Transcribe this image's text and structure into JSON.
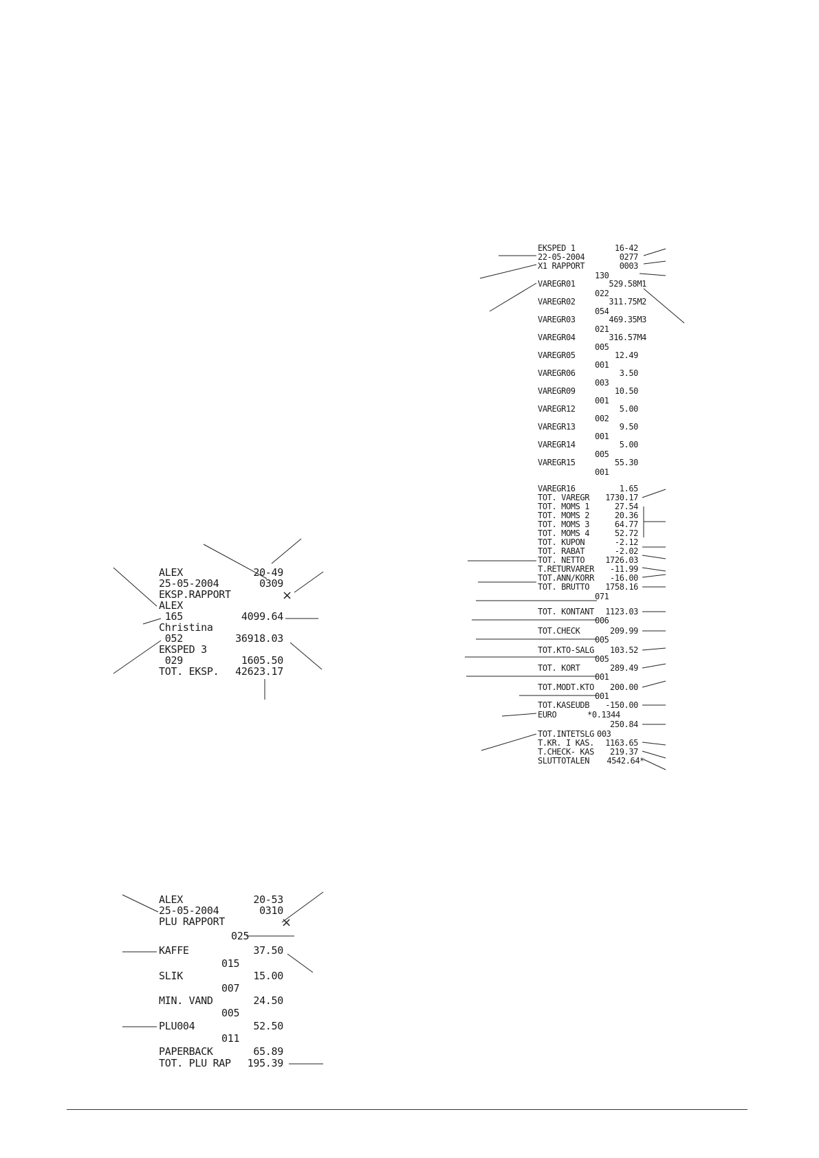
{
  "x1_report": {
    "header": [
      "EKSPED 1",
      "22-05-2004",
      "X1 RAPPORT"
    ],
    "header_right": [
      "16-42",
      "0277",
      "0003"
    ],
    "groups": [
      {
        "count": "130",
        "label": "VAREGR01",
        "value": "529.58M1"
      },
      {
        "count": "022",
        "label": "VAREGR02",
        "value": "311.75M2"
      },
      {
        "count": "054",
        "label": "VAREGR03",
        "value": "469.35M3"
      },
      {
        "count": "021",
        "label": "VAREGR04",
        "value": "316.57M4"
      },
      {
        "count": "005",
        "label": "VAREGR05",
        "value": "12.49"
      },
      {
        "count": "001",
        "label": "VAREGR06",
        "value": "3.50"
      },
      {
        "count": "003",
        "label": "VAREGR09",
        "value": "10.50"
      },
      {
        "count": "001",
        "label": "VAREGR12",
        "value": "5.00"
      },
      {
        "count": "002",
        "label": "VAREGR13",
        "value": "9.50"
      },
      {
        "count": "001",
        "label": "VAREGR14",
        "value": "5.00"
      },
      {
        "count": "005",
        "label": "VAREGR15",
        "value": "55.30"
      },
      {
        "count": "001",
        "label": "VAREGR16",
        "value": "1.65"
      }
    ],
    "totals": [
      {
        "label": "TOT. VAREGR",
        "value": "1730.17"
      },
      {
        "label": "TOT. MOMS 1",
        "value": "27.54"
      },
      {
        "label": "TOT. MOMS 2",
        "value": "20.36"
      },
      {
        "label": "TOT. MOMS 3",
        "value": "64.77"
      },
      {
        "label": "TOT. MOMS 4",
        "value": "52.72"
      },
      {
        "label": "TOT. KUPON",
        "value": "-2.12"
      },
      {
        "label": "TOT. RABAT",
        "value": "-2.02"
      },
      {
        "label": "TOT. NETTO",
        "value": "1726.03"
      },
      {
        "label": "T.RETURVARER",
        "value": "-11.99"
      },
      {
        "label": "TOT.ANN/KORR",
        "value": "-16.00"
      },
      {
        "label": "TOT. BRUTTO",
        "value": "1758.16"
      }
    ],
    "payments": [
      {
        "count": "071",
        "label": "TOT. KONTANT",
        "value": "1123.03"
      },
      {
        "count": "006",
        "label": "TOT.CHECK",
        "value": "209.99"
      },
      {
        "count": "005",
        "label": "TOT.KTO-SALG",
        "value": "103.52"
      },
      {
        "count": "005",
        "label": "TOT. KORT",
        "value": "289.49"
      },
      {
        "count": "001",
        "label": "TOT.MODT.KTO",
        "value": "200.00"
      },
      {
        "count": "001",
        "label": "TOT.KASEUDB",
        "value": "-150.00"
      }
    ],
    "euro_label": "EURO",
    "euro_rate": "*0.1344",
    "euro_value": "250.84",
    "intetsalg_label": "TOT.INTETSLG",
    "intetsalg_count": "003",
    "final": [
      {
        "label": "T.KR. I KAS.",
        "value": "1163.65"
      },
      {
        "label": "T.CHECK- KAS",
        "value": "219.37"
      },
      {
        "label": "SLUTTOTALEN",
        "value": "4542.64*"
      }
    ]
  },
  "eksp_report": {
    "left": [
      "ALEX",
      "25-05-2004",
      "EKSP.RAPPORT",
      "ALEX",
      " 165",
      "Christina",
      " 052",
      "EKSPED 3",
      " 029",
      "TOT. EKSP."
    ],
    "right": [
      {
        "row": 0,
        "value": "20-49"
      },
      {
        "row": 1,
        "value": "0309"
      },
      {
        "row": 4,
        "value": "4099.64"
      },
      {
        "row": 6,
        "value": "36918.03"
      },
      {
        "row": 8,
        "value": "1605.50"
      },
      {
        "row": 9,
        "value": "42623.17"
      }
    ],
    "mark": "×"
  },
  "plu_report": {
    "header": [
      "ALEX",
      "25-05-2004",
      "PLU RAPPORT"
    ],
    "header_right": [
      "20-53",
      "0310"
    ],
    "mark": "×",
    "items": [
      {
        "count": "025",
        "label": "KAFFE",
        "value": "37.50"
      },
      {
        "count": "015",
        "label": "SLIK",
        "value": "15.00"
      },
      {
        "count": "007",
        "label": "MIN. VAND",
        "value": "24.50"
      },
      {
        "count": "005",
        "label": "PLU004",
        "value": "52.50"
      },
      {
        "count": "011",
        "label": "PAPERBACK",
        "value": "65.89"
      }
    ],
    "total_label": "TOT. PLU RAP",
    "total_value": "195.39"
  }
}
